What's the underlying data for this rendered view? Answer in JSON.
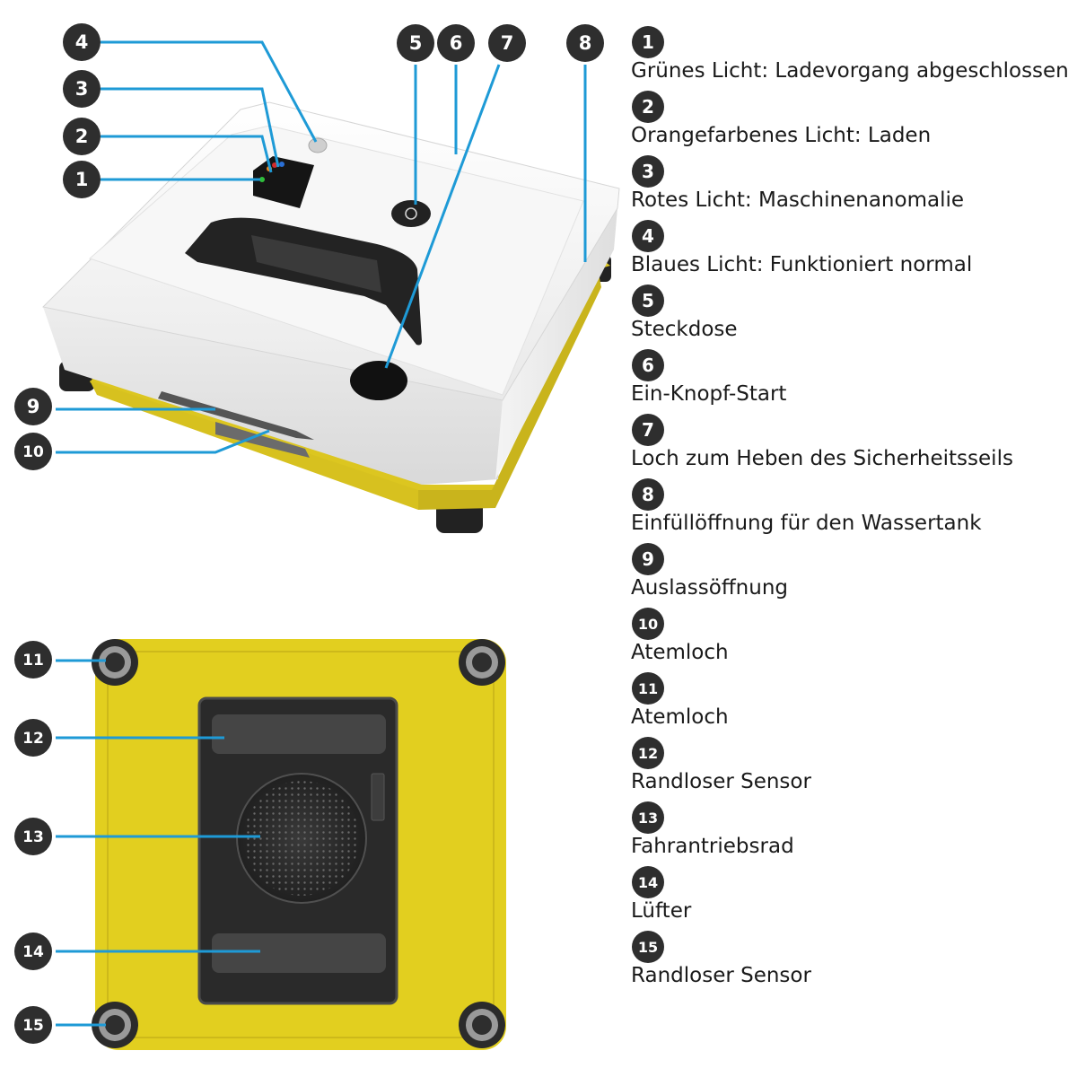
{
  "callouts": {
    "c1": "1",
    "c2": "2",
    "c3": "3",
    "c4": "4",
    "c5": "5",
    "c6": "6",
    "c7": "7",
    "c8": "8",
    "c9": "9",
    "c10": "10",
    "c11": "11",
    "c12": "12",
    "c13": "13",
    "c14": "14",
    "c15": "15"
  },
  "legend": {
    "items": [
      {
        "num": "1",
        "text": "Grünes Licht: Ladevorgang abgeschlossen"
      },
      {
        "num": "2",
        "text": "Orangefarbenes Licht: Laden"
      },
      {
        "num": "3",
        "text": "Rotes Licht: Maschinenanomalie"
      },
      {
        "num": "4",
        "text": "Blaues Licht: Funktioniert normal"
      },
      {
        "num": "5",
        "text": "Steckdose"
      },
      {
        "num": "6",
        "text": "Ein-Knopf-Start"
      },
      {
        "num": "7",
        "text": "Loch zum Heben des Sicherheitsseils"
      },
      {
        "num": "8",
        "text": "Einfüllöffnung für den Wassertank"
      },
      {
        "num": "9",
        "text": "Auslassöffnung"
      },
      {
        "num": "10",
        "text": "Atemloch"
      },
      {
        "num": "11",
        "text": "Atemloch"
      },
      {
        "num": "12",
        "text": "Randloser Sensor"
      },
      {
        "num": "13",
        "text": "Fahrantriebsrad"
      },
      {
        "num": "14",
        "text": "Lüfter"
      },
      {
        "num": "15",
        "text": "Randloser Sensor"
      }
    ]
  },
  "colors": {
    "callout_badge": "#2e2e2e",
    "leader_line": "#1e9ad6",
    "robot_body": "#f2f2f2",
    "cleaning_pad": "#e2cf1f",
    "bottom_panel": "#2a2a2a"
  }
}
